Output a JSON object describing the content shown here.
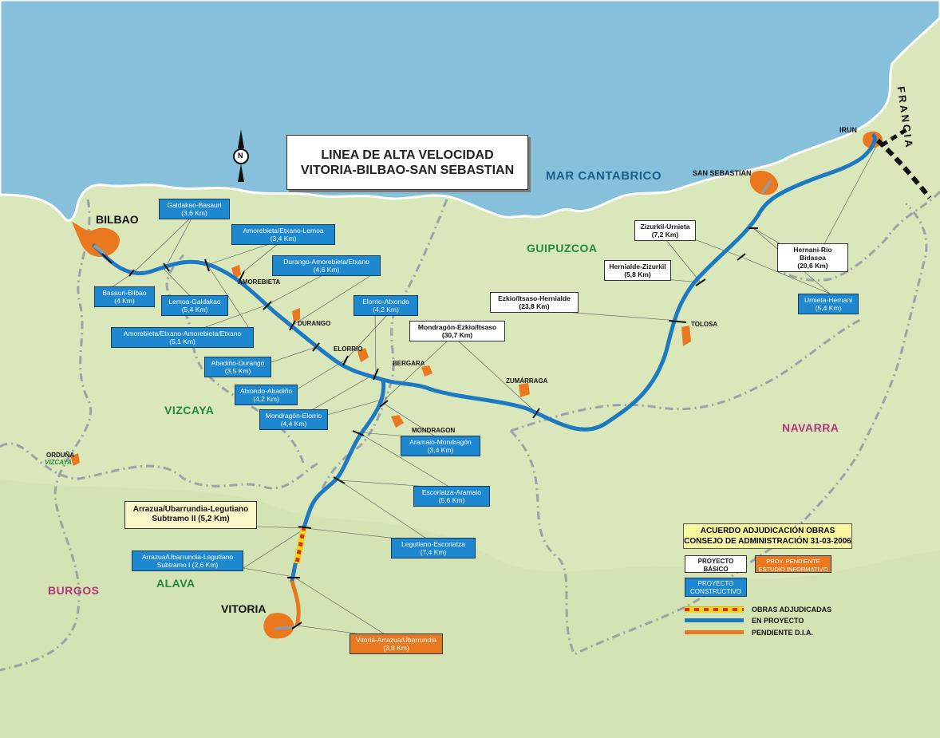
{
  "title": {
    "line1": "LINEA DE ALTA VELOCIDAD",
    "line2": "VITORIA-BILBAO-SAN SEBASTIAN"
  },
  "sea_label": "MAR CANTABRICO",
  "regions": {
    "guipuzcoa": "GUIPUZCOA",
    "vizcaya": "VIZCAYA",
    "navarra": "NAVARRA",
    "alava": "ALAVA",
    "burgos": "BURGOS",
    "francia": "FRANCIA"
  },
  "cities": {
    "bilbao": "BILBAO",
    "vitoria": "VITORIA",
    "san_sebastian": "SAN SEBASTIAN",
    "irun": "IRUN",
    "amorebieta": "AMOREBIETA",
    "durango": "DURANGO",
    "elorrio": "ELORRIO",
    "bergara": "BERGARA",
    "mondragon": "MONDRAGON",
    "zumarraga": "ZUMÁRRAGA",
    "tolosa": "TOLOSA",
    "orduna": "ORDUÑA",
    "orduna_sub": "VIZCAYA"
  },
  "compass": "N",
  "sections": {
    "galdakao_basauri": {
      "name": "Galdakao-Basauri",
      "km": "(3,6 Km)"
    },
    "amorebieta_etxano_lemoa": {
      "name": "Amorebieta/Etxano-Lemoa",
      "km": "(3,4 Km)"
    },
    "durango_amorebieta": {
      "name": "Durango-Amorebieta/Etxano",
      "km": "(4,6 Km)"
    },
    "basauri_bilbao": {
      "name": "Basauri-Bilbao",
      "km": "(4 Km)"
    },
    "lemoa_galdakao": {
      "name": "Lemoa-Galdakao",
      "km": "(5,4 Km)"
    },
    "amorebieta_etxano": {
      "name": "Amorebieta/Etxano-Amorebieta/Etxano",
      "km": "(5,1 Km)"
    },
    "elorrio_atxondo": {
      "name": "Elorrio-Atxondo",
      "km": "(4,2 Km)"
    },
    "abadino_durango": {
      "name": "Abadiño-Durango",
      "km": "(3,5 Km)"
    },
    "atxondo_abadino": {
      "name": "Atxondo-Abadiño",
      "km": "(4,2 Km)"
    },
    "mondragon_elorrio": {
      "name": "Mondragón-Elorrio",
      "km": "(4,4 Km)"
    },
    "mondragon_ezkio": {
      "name": "Mondragón-Ezkio/Itsaso",
      "km": "(30,7 Km)"
    },
    "ezkio_hernialde": {
      "name": "Ezkio/Itsaso-Hernialde",
      "km": "(23,8 Km)"
    },
    "zizurkil_urnieta": {
      "name": "Zizurkil-Urnieta",
      "km": "(7,2 Km)"
    },
    "hernialde_zizurkil": {
      "name": "Hernialde-Zizurkil",
      "km": "(5,8 Km)"
    },
    "hernani_rio_bidasoa": {
      "name": "Hernani-Río Bidasoa",
      "km": "(20,6 Km)"
    },
    "urnieta_hernani": {
      "name": "Urnieta-Hernani",
      "km": "(5,4 Km)"
    },
    "aramaio_mondragon": {
      "name": "Aramaio-Mondragón",
      "km": "(3,4 Km)"
    },
    "escoriatza_aramaio": {
      "name": "Escoriatza-Aramaio",
      "km": "(5,6 Km)"
    },
    "legutiano_escoriatza": {
      "name": "Legutiano-Escoriatza",
      "km": "(7,4 Km)"
    },
    "arrazua_sub2": {
      "name": "Arrazua/Ubarrundia-Legutiano",
      "km": "Subtramo II  (5,2 Km)"
    },
    "arrazua_sub1": {
      "name": "Arrazua/Ubarrundia-Legutiano",
      "km": "Subtramo I  (2,6 Km)"
    },
    "vitoria_arrazua": {
      "name": "Vitoria-Arrazua/Ubarrundia",
      "km": "(3,8 Km)"
    }
  },
  "legend": {
    "title1": "ACUERDO ADJUDICACIÓN OBRAS",
    "title2": "CONSEJO DE ADMINISTRACIÓN 31-03-2006",
    "proyecto_basico": "PROYECTO BÁSICO",
    "proy_pendiente": "PROY. PENDIENTE ESTUDIO INFORMATIVO",
    "proyecto_constructivo": "PROYECTO CONSTRUCTIVO",
    "obras_adjudicadas": "OBRAS ADJUDICADAS",
    "en_proyecto": "EN PROYECTO",
    "pendiente_dia": "PENDIENTE D.I.A."
  },
  "colors": {
    "sea": "#86c0da",
    "land": "#d9e7bb",
    "route": "#1d79c2",
    "pending": "#e9781f",
    "awarded_fill": "#f6d51c",
    "awarded_dash": "#d6301e",
    "box_blue": "#1d87cf",
    "city": "#e9781f"
  }
}
